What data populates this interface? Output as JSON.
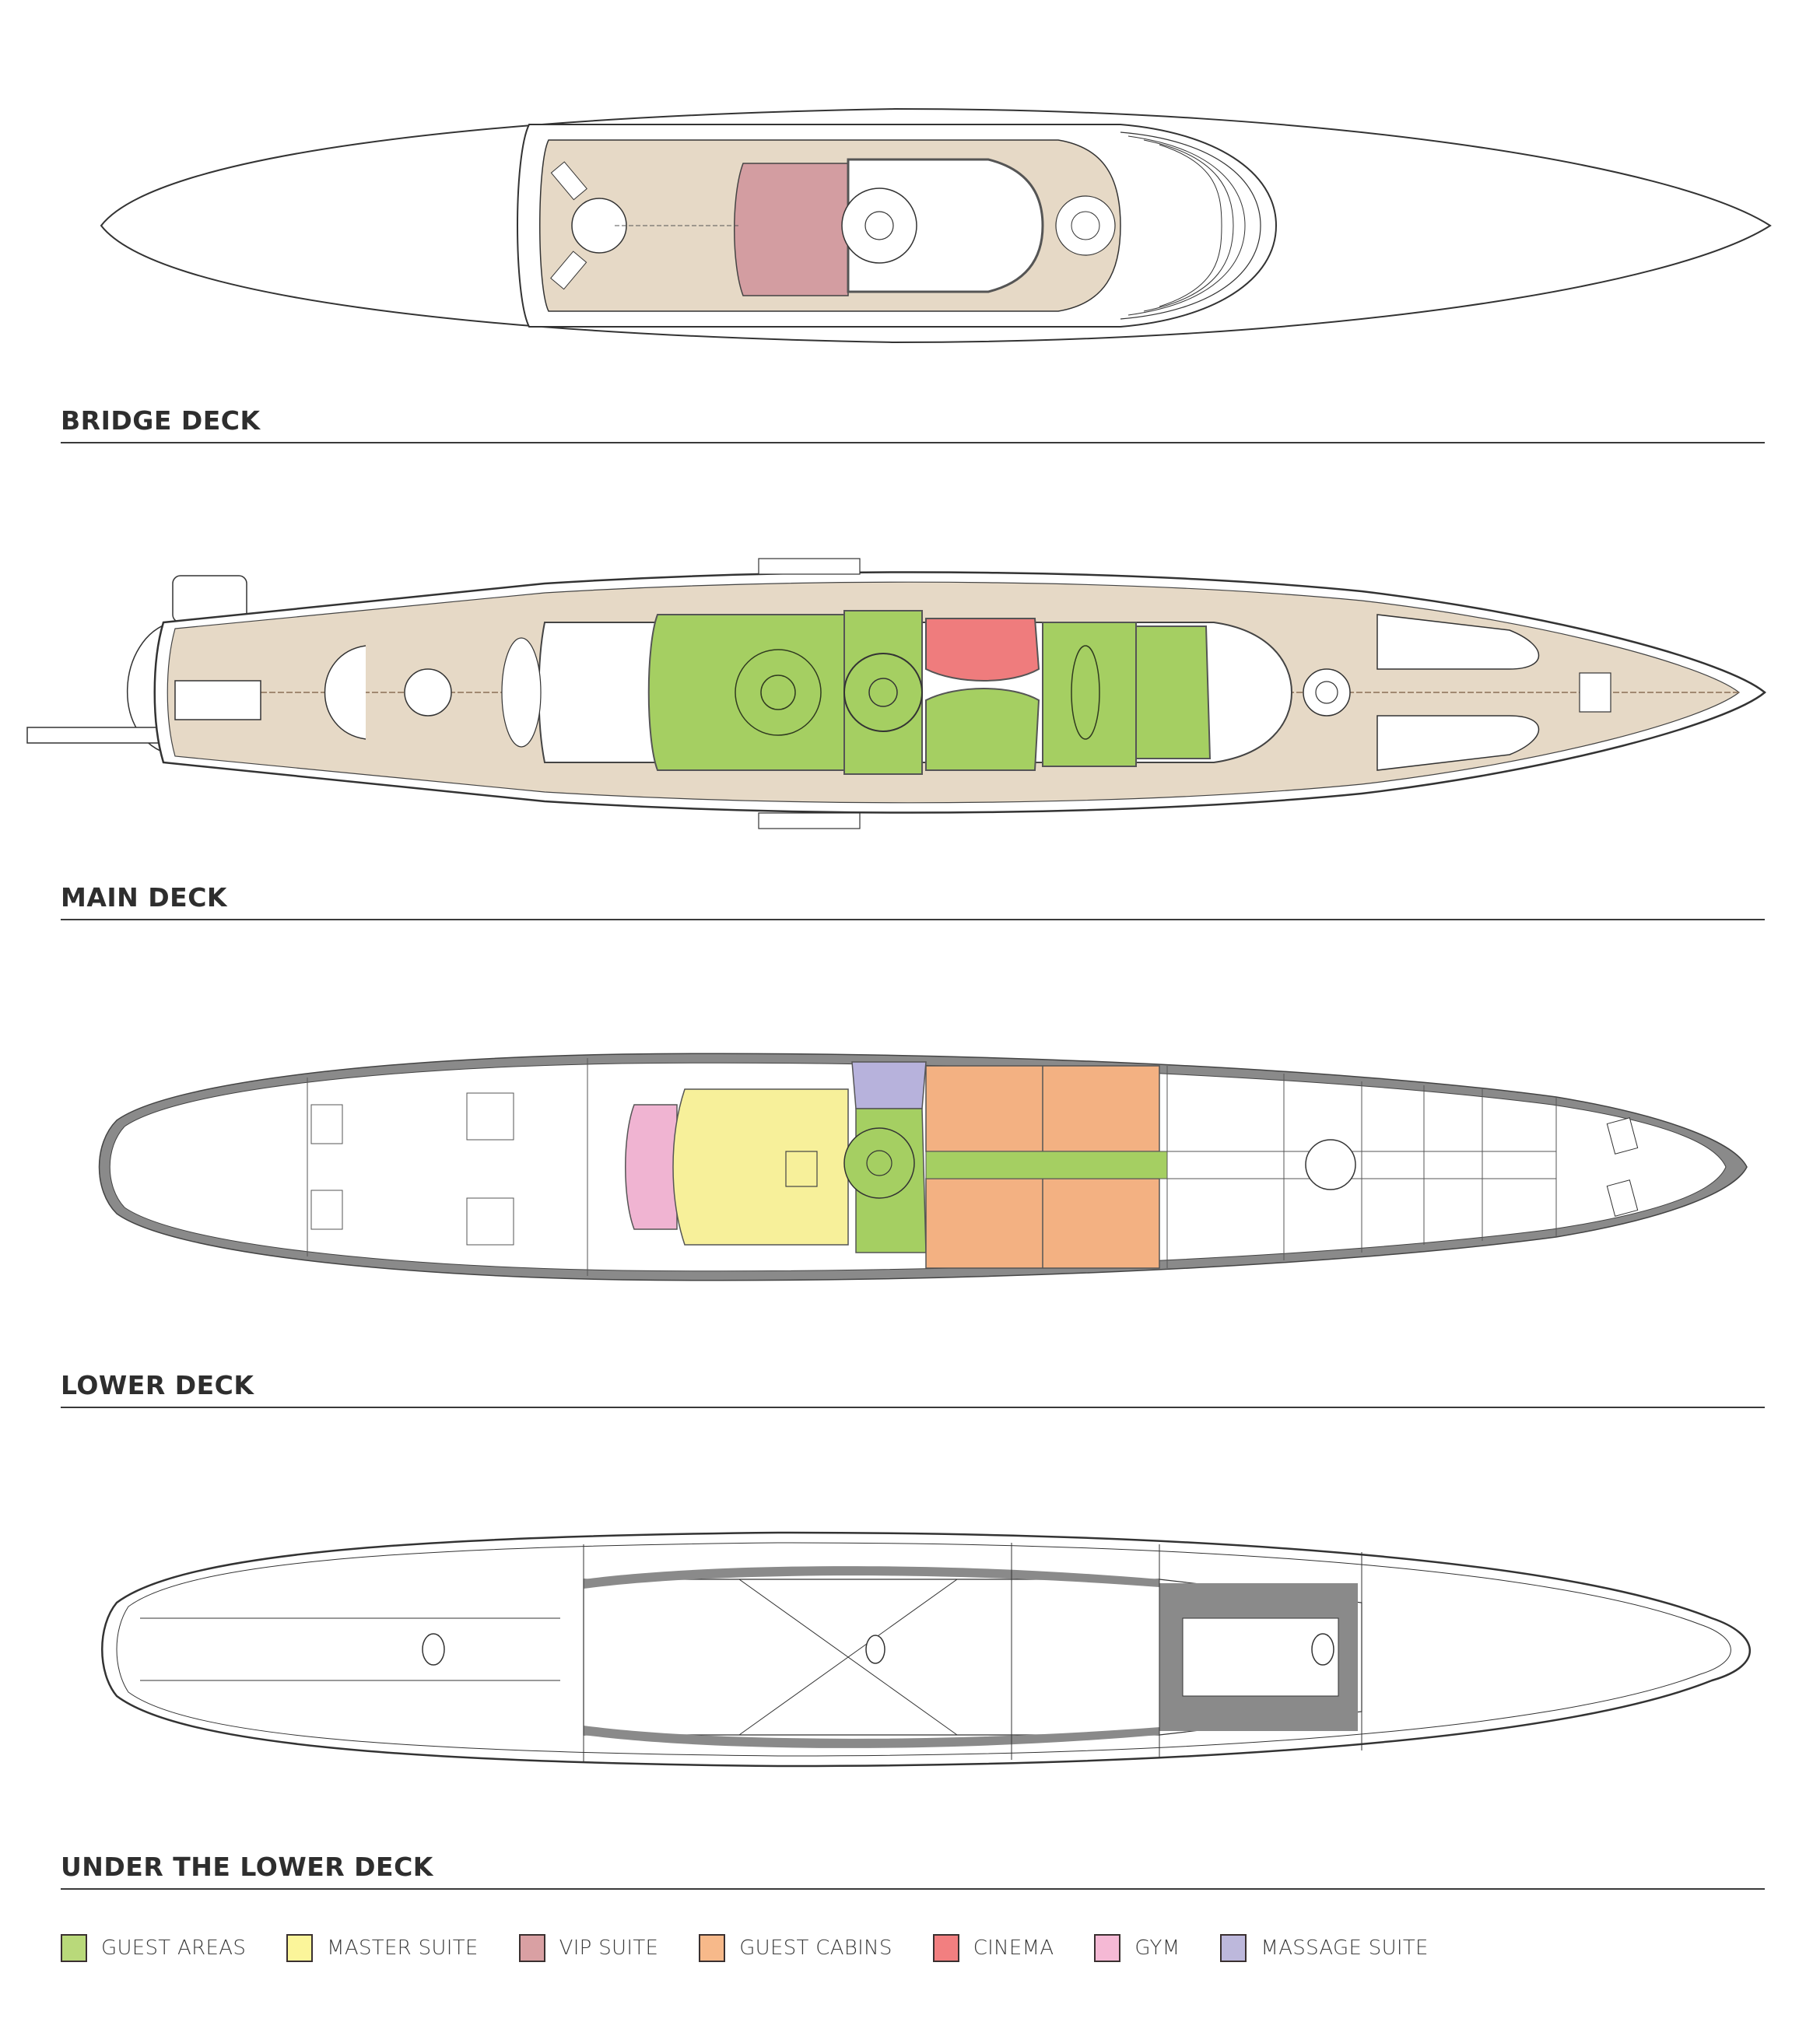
{
  "decks": [
    {
      "id": "bridge",
      "title": "BRIDGE DECK"
    },
    {
      "id": "main",
      "title": "MAIN DECK"
    },
    {
      "id": "lower",
      "title": "LOWER DECK"
    },
    {
      "id": "under",
      "title": "UNDER THE LOWER DECK"
    }
  ],
  "legend": [
    {
      "label": "GUEST AREAS",
      "color": "#b9d97a"
    },
    {
      "label": "MASTER SUITE",
      "color": "#fbf59a"
    },
    {
      "label": "VIP SUITE",
      "color": "#d9a0a3"
    },
    {
      "label": "GUEST CABINS",
      "color": "#f7b98a"
    },
    {
      "label": "CINEMA",
      "color": "#f27f80"
    },
    {
      "label": "GYM",
      "color": "#f5b9d5"
    },
    {
      "label": "MASSAGE SUITE",
      "color": "#bdb8dc"
    }
  ],
  "colors": {
    "teak": "#e6d9c6",
    "hull_gray": "#8a8a8a",
    "line": "#2f2f2f",
    "guest_green": "#a5cf62",
    "master_yellow": "#f7f09a",
    "vip_pink": "#d39da1",
    "cabin_orange": "#f3b182",
    "cinema_red": "#ef7c7d",
    "gym_pink": "#f0b4d2",
    "massage_lilac": "#b7b2dc"
  }
}
